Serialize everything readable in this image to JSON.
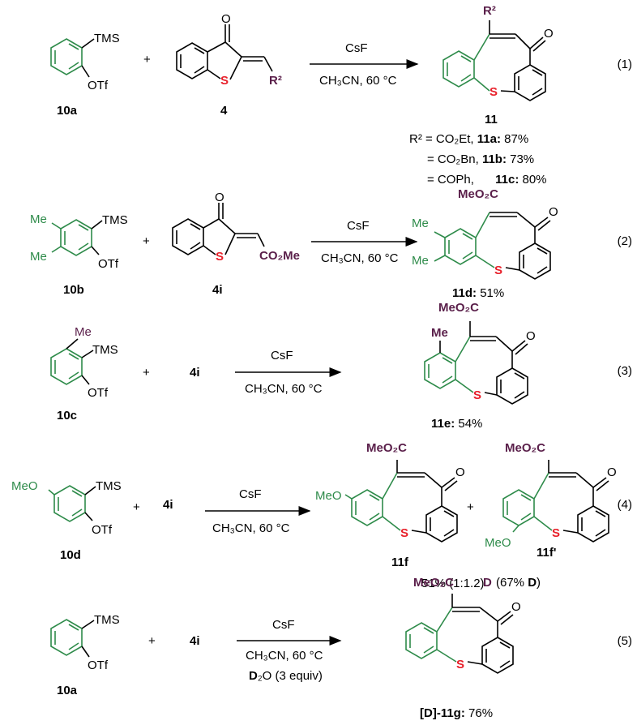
{
  "colors": {
    "green": "#2e8b4a",
    "purple": "#5a1f4a",
    "red": "#e8202a"
  },
  "reagent": "CsF",
  "conditions": "CH₃CN, 60 °C",
  "plus": "+",
  "groups": {
    "tms": "TMS",
    "otf": "OTf",
    "me": "Me",
    "meo": "MeO",
    "r2": "R²",
    "co2me": "CO₂Me",
    "meo2c": "MeO₂C",
    "s": "S",
    "o": "O",
    "d": "D"
  },
  "rxn1": {
    "eq": "(1)",
    "sm1": "10a",
    "sm2": "4",
    "prod": "11",
    "subst": [
      {
        "pre": "R² = CO₂Et,",
        "cpd": "11a:",
        "yield": "87%"
      },
      {
        "pre": "= CO₂Bn,",
        "cpd": "11b:",
        "yield": "73%"
      },
      {
        "pre": "= COPh,",
        "cpd": "11c:",
        "yield": "80%"
      }
    ]
  },
  "rxn2": {
    "eq": "(2)",
    "sm1": "10b",
    "sm2": "4i",
    "prod": "11d:",
    "yield": "51%"
  },
  "rxn3": {
    "eq": "(3)",
    "sm1": "10c",
    "sm2": "4i",
    "prod": "11e:",
    "yield": "54%"
  },
  "rxn4": {
    "eq": "(4)",
    "sm1": "10d",
    "sm2": "4i",
    "prodA": "11f",
    "prodB": "11f'",
    "yield": "51% (1:1.2)"
  },
  "rxn5": {
    "eq": "(5)",
    "sm1": "10a",
    "sm2": "4i",
    "additive_cpd": "D",
    "additive_rest": "₂O (3 equiv)",
    "dlabel": "(67% ",
    "dlabel_d": "D",
    "dlabel_close": ")",
    "prod_pre": "[D]-11g:",
    "yield": "76%"
  }
}
